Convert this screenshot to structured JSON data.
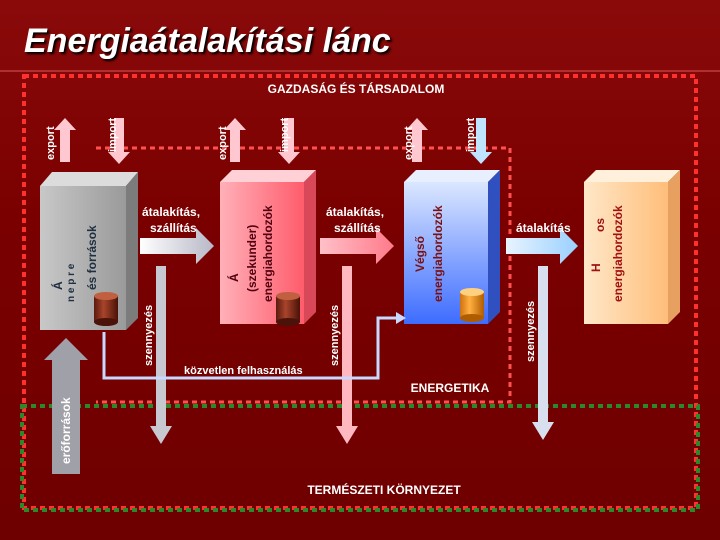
{
  "title": "Energiaátalakítási lánc",
  "regions": {
    "economy": "GAZDASÁG ÉS TÁRSADALOM",
    "energetics": "ENERGETIKA",
    "nature": "TERMÉSZETI KÖRNYEZET"
  },
  "boxes": [
    {
      "line1": "Á",
      "line2": "és források",
      "bottom": "n e p r e"
    },
    {
      "line1": "Á",
      "line2": "(szekunder)",
      "line3": "energiahordozók"
    },
    {
      "line1": "Végső",
      "line2": "energiahordozók"
    },
    {
      "line1": "H",
      "line2": "os",
      "line3": "energiahordozók"
    }
  ],
  "flows": {
    "convert_transport": "átalakítás,",
    "convert_transport_2": "szállítás",
    "convert": "átalakítás",
    "direct_use": "közvetlen felhasználás",
    "pollution": "szennyezés",
    "resources": "erőforrások",
    "export": "export",
    "import": "import"
  },
  "colors": {
    "economy_border": "#ff3030",
    "nature_border": "#2a7a2a",
    "energetics_border": "#ff6060"
  }
}
